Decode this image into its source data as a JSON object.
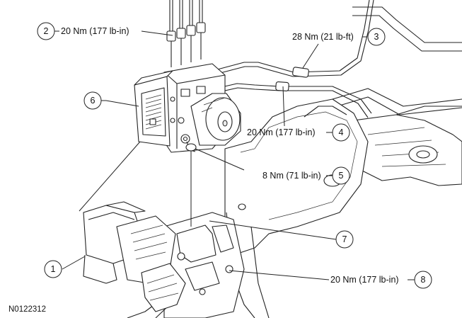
{
  "figure_id": "N0122312",
  "callouts": [
    {
      "id": "1",
      "torque": ""
    },
    {
      "id": "2",
      "torque": "20 Nm (177 lb-in)"
    },
    {
      "id": "3",
      "torque": "28 Nm (21 lb-ft)"
    },
    {
      "id": "4",
      "torque": "20 Nm (177 lb-in)"
    },
    {
      "id": "5",
      "torque": "8 Nm (71 lb-in)"
    },
    {
      "id": "6",
      "torque": ""
    },
    {
      "id": "7",
      "torque": ""
    },
    {
      "id": "8",
      "torque": "20 Nm (177 lb-in)"
    }
  ]
}
